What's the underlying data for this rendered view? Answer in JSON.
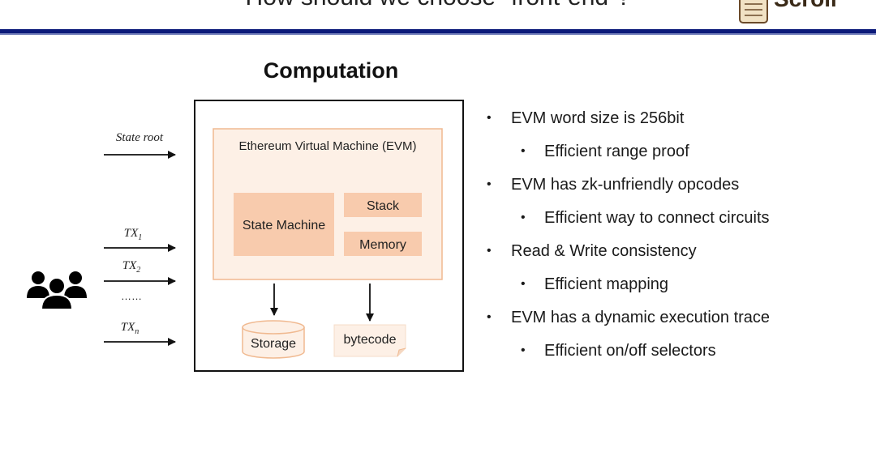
{
  "header": {
    "title": "How should we choose \"front-end\"?",
    "logo_text": "Scroll",
    "bar_color": "#0c1a7a"
  },
  "section_title": "Computation",
  "diagram": {
    "inputs": {
      "state_root": "State root",
      "tx1": "TX",
      "tx1_sub": "1",
      "tx2": "TX",
      "tx2_sub": "2",
      "ellipsis": "……",
      "txn": "TX",
      "txn_sub": "n"
    },
    "users_icon": "users-icon",
    "evm_label": "Ethereum Virtual Machine (EVM)",
    "state_machine": "State Machine",
    "stack": "Stack",
    "memory": "Memory",
    "storage": "Storage",
    "bytecode": "bytecode",
    "colors": {
      "evm_fill": "#fdf0e6",
      "evm_border": "#f0b990",
      "component_fill": "#f8cbad"
    }
  },
  "bullets": [
    {
      "level": 1,
      "text": "EVM word size is 256bit"
    },
    {
      "level": 2,
      "text": "Efficient range proof"
    },
    {
      "level": 1,
      "text": "EVM has zk-unfriendly opcodes"
    },
    {
      "level": 2,
      "text": "Efficient way to connect circuits"
    },
    {
      "level": 1,
      "text": "Read & Write consistency"
    },
    {
      "level": 2,
      "text": "Efficient mapping"
    },
    {
      "level": 1,
      "text": "EVM has a dynamic execution trace"
    },
    {
      "level": 2,
      "text": "Efficient on/off selectors"
    }
  ]
}
